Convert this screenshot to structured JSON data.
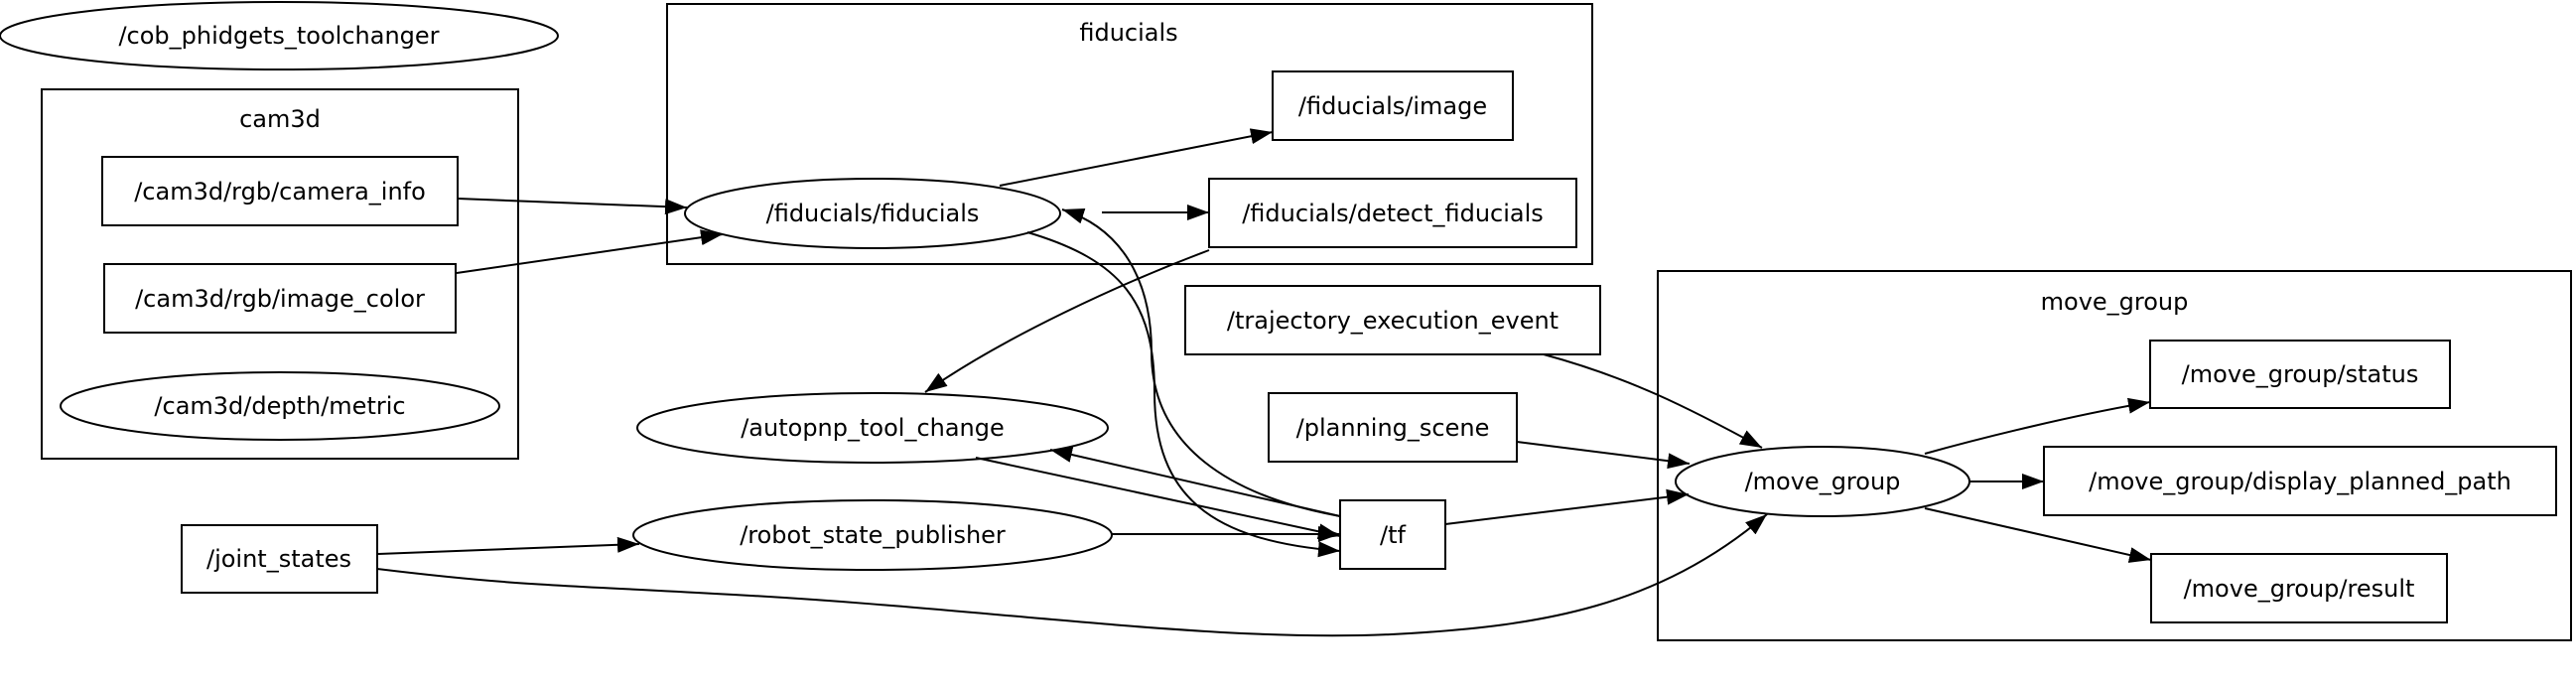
{
  "clusters": {
    "cam3d": "cam3d",
    "fiducials": "fiducials",
    "move_group": "move_group"
  },
  "nodes": {
    "cob_phidgets_toolchanger": "/cob_phidgets_toolchanger",
    "cam3d_camera_info": "/cam3d/rgb/camera_info",
    "cam3d_image_color": "/cam3d/rgb/image_color",
    "cam3d_depth_metric": "/cam3d/depth/metric",
    "fiducials_fiducials": "/fiducials/fiducials",
    "fiducials_image": "/fiducials/image",
    "fiducials_detect": "/fiducials/detect_fiducials",
    "trajectory_execution_event": "/trajectory_execution_event",
    "planning_scene": "/planning_scene",
    "autopnp_tool_change": "/autopnp_tool_change",
    "robot_state_publisher": "/robot_state_publisher",
    "joint_states": "/joint_states",
    "tf": "/tf",
    "move_group_node": "/move_group",
    "move_group_status": "/move_group/status",
    "move_group_display": "/move_group/display_planned_path",
    "move_group_result": "/move_group/result"
  }
}
